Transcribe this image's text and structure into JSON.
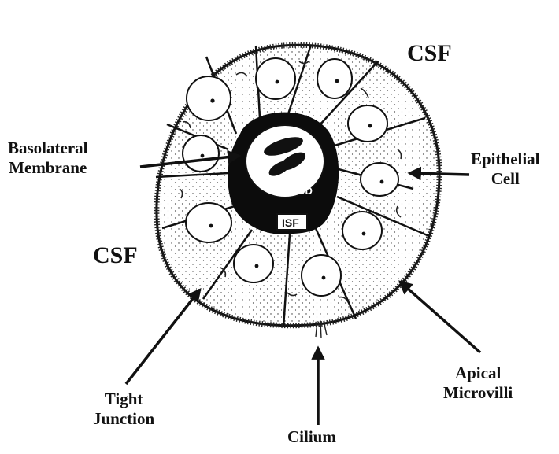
{
  "labels": {
    "csf_top": "CSF",
    "csf_left": "CSF",
    "basolateral": [
      "Basolateral",
      "Membrane"
    ],
    "epithelial": [
      "Epithelial",
      "Cell"
    ],
    "tight_junction": [
      "Tight",
      "Junction"
    ],
    "apical": [
      "Apical",
      "Microvilli"
    ],
    "cilium": "Cilium",
    "blood": "BLOOD",
    "isf": "ISF"
  },
  "colors": {
    "ink": "#111111",
    "background": "#ffffff",
    "capillary": "#0c0c0c"
  }
}
